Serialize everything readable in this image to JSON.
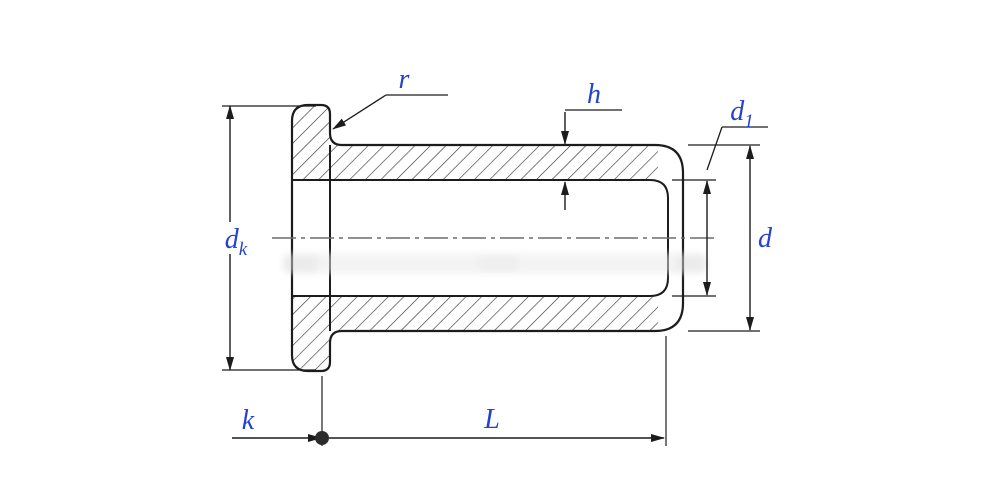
{
  "labels": {
    "r": "r",
    "h": "h",
    "d": "d",
    "k": "k",
    "L": "L",
    "d1": {
      "main": "d",
      "sub": "1"
    },
    "dk": {
      "main": "d",
      "sub": "k"
    }
  },
  "colors": {
    "label": "#2243cc",
    "line": "#1c1c1c",
    "centerline": "#6b6b6b",
    "hatch": "#2b2b2b",
    "background": "#ffffff"
  }
}
